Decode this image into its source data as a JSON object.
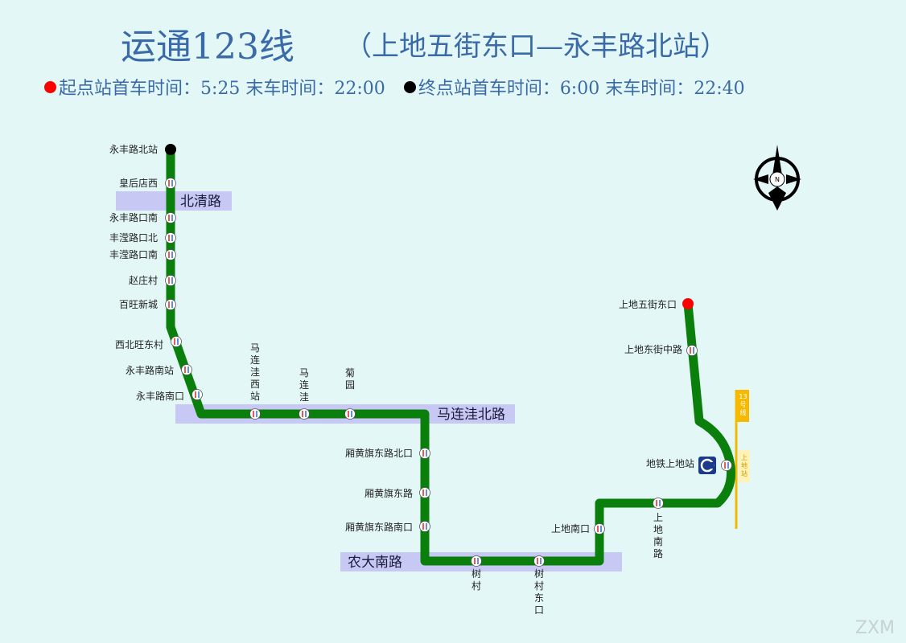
{
  "header": {
    "title": "运通123线",
    "subtitle": "（上地五街东口—永丰路北站）"
  },
  "schedule": {
    "start_label": "起点站首车时间：5:25  末车时间：22:00",
    "end_label": "终点站首车时间：6:00  末车时间：22:40",
    "start_color": "#ff0000",
    "end_color": "#000000"
  },
  "colors": {
    "route": "#0b7f0b",
    "road_band": "#c8c8f4",
    "metro_line": "#f5b900",
    "background": "#e3f7f7"
  },
  "roads": [
    {
      "label": "北清路"
    },
    {
      "label": "马连洼北路"
    },
    {
      "label": "农大南路"
    }
  ],
  "metro": {
    "line_label": "13号线",
    "station_label": "上地站",
    "transfer_label": "地铁上地站"
  },
  "stations": [
    {
      "label": "永丰路北站",
      "kind": "terminus-end"
    },
    {
      "label": "皇后店西",
      "kind": "stop"
    },
    {
      "label": "永丰路口南",
      "kind": "stop"
    },
    {
      "label": "丰滢路口北",
      "kind": "stop"
    },
    {
      "label": "丰滢路口南",
      "kind": "stop"
    },
    {
      "label": "赵庄村",
      "kind": "stop"
    },
    {
      "label": "百旺新城",
      "kind": "stop"
    },
    {
      "label": "西北旺东村",
      "kind": "stop"
    },
    {
      "label": "永丰路南站",
      "kind": "stop"
    },
    {
      "label": "永丰路南口",
      "kind": "stop"
    },
    {
      "label": "马连洼西站",
      "kind": "stop"
    },
    {
      "label": "马连洼",
      "kind": "stop"
    },
    {
      "label": "菊园",
      "kind": "stop"
    },
    {
      "label": "厢黄旗东路北口",
      "kind": "stop"
    },
    {
      "label": "厢黄旗东路",
      "kind": "stop"
    },
    {
      "label": "厢黄旗东路南口",
      "kind": "stop"
    },
    {
      "label": "树村",
      "kind": "stop"
    },
    {
      "label": "树村东口",
      "kind": "stop"
    },
    {
      "label": "上地南口",
      "kind": "stop"
    },
    {
      "label": "上地南路",
      "kind": "stop"
    },
    {
      "label": "地铁上地站",
      "kind": "stop"
    },
    {
      "label": "上地东街中路",
      "kind": "stop"
    },
    {
      "label": "上地五街东口",
      "kind": "terminus-start"
    }
  ],
  "compass": {
    "label": "N"
  },
  "watermark": "ZXM"
}
